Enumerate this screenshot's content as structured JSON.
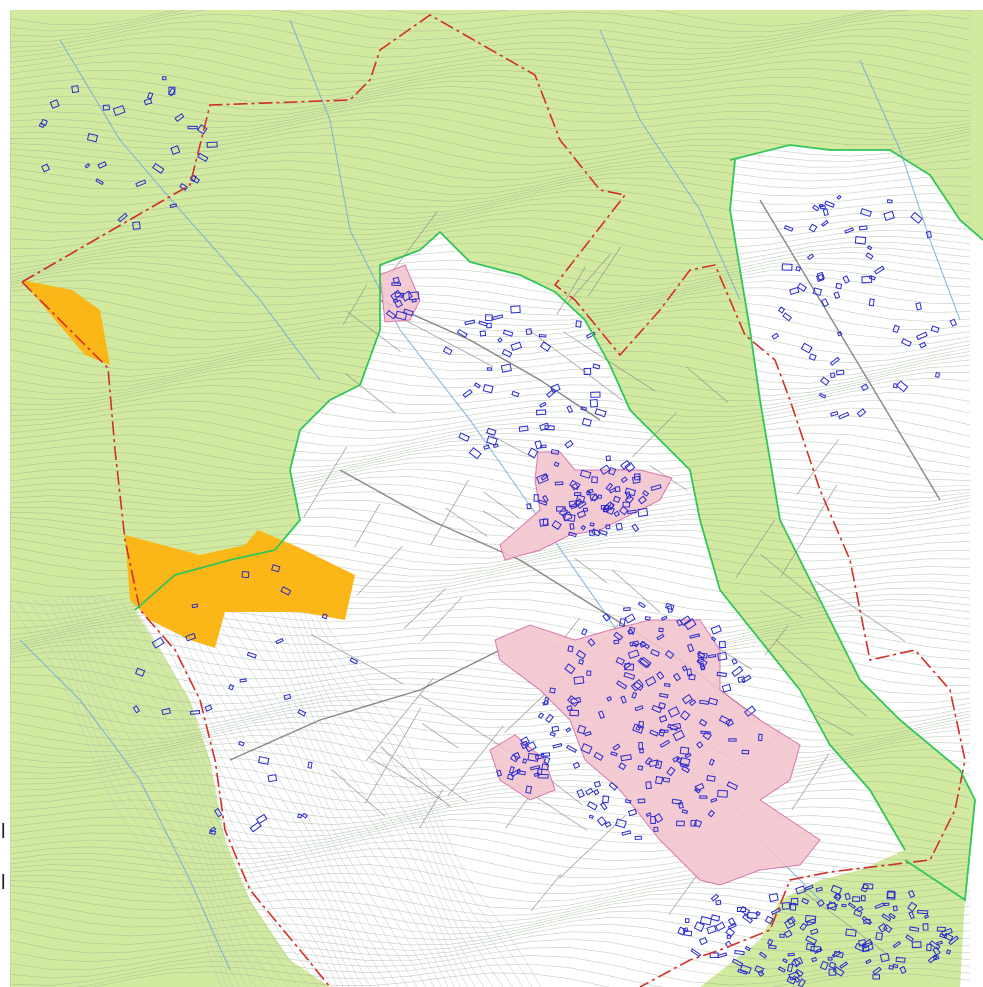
{
  "map": {
    "colors": {
      "background": "#ffffff",
      "vegetation": "#d2eaa0",
      "vegetation_edge": "#33c45a",
      "contour": "#8fa78a",
      "contour_white": "#b8bdc4",
      "boundary": "#d2302a",
      "urban_zone": "#f4c6cf",
      "urban_zone_edge": "#d46aa8",
      "expansion_zone": "#fbb717",
      "buildings": "#2a2bd0",
      "parcels": "#8d8d8d",
      "streams": "#6fa7d8"
    },
    "layers": [
      "vegetation-area",
      "contour-lines",
      "parcel-lines",
      "municipal-boundary",
      "urban-zones",
      "expansion-zones",
      "buildings"
    ]
  },
  "margin_marks": [
    {
      "text": "l"
    },
    {
      "text": "l"
    }
  ]
}
